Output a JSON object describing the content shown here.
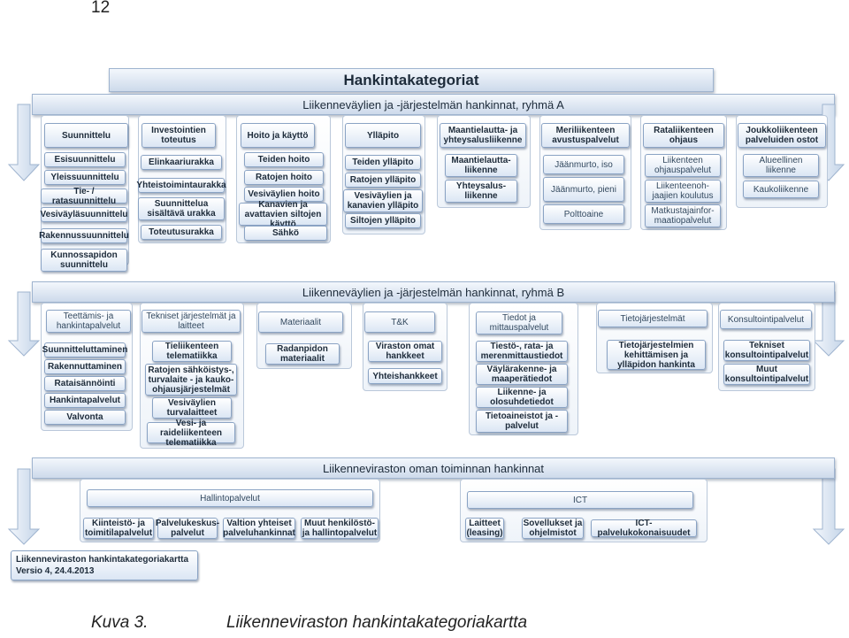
{
  "page_number": "12",
  "title": "Hankintakategoriat",
  "group_a": {
    "heading": "Liikenneväylien ja -järjestelmän hankinnat, ryhmä A",
    "categories": [
      "Suunnittelu",
      "Investointien toteutus",
      "Hoito ja käyttö",
      "Ylläpito",
      "Maantielautta- ja yhteysalusliikenne",
      "Meriliikenteen avustuspalvelut",
      "Rataliikenteen ohjaus",
      "Joukkoliikenteen palveluiden ostot"
    ],
    "col1": [
      "Esisuunnittelu",
      "Yleissuunnittelu",
      "Tie- / ratasuunnittelu",
      "Vesiväyläsuunnittelu",
      "Rakennussuunnittelu",
      "Kunnossapidon suunnittelu"
    ],
    "col2": [
      "Elinkaariurakka",
      "Yhteistoimintaurakka",
      "Suunnittelua sisältävä urakka",
      "Toteutusurakka"
    ],
    "col3": [
      "Teiden hoito",
      "Ratojen hoito",
      "Vesiväylien hoito",
      "Kanavien ja avattavien siltojen käyttö",
      "Sähkö"
    ],
    "col4": [
      "Teiden ylläpito",
      "Ratojen ylläpito",
      "Vesiväylien ja kanavien ylläpito",
      "Siltojen ylläpito"
    ],
    "col5": [
      "Maantielautta-liikenne",
      "Yhteysalus-liikenne"
    ],
    "col6": [
      "Jäänmurto, iso",
      "Jäänmurto, pieni",
      "Polttoaine"
    ],
    "col7": [
      "Liikenteen ohjauspalvelut",
      "Liikenteenoh-jaajien koulutus",
      "Matkustajainfor-maatiopalvelut"
    ],
    "col8": [
      "Alueellinen liikenne",
      "Kaukoliikenne"
    ]
  },
  "group_b": {
    "heading": "Liikenneväylien ja -järjestelmän hankinnat, ryhmä B",
    "categories": [
      "Teettämis- ja hankintapalvelut",
      "Tekniset järjestelmät ja laitteet",
      "Materiaalit",
      "T&K",
      "Tiedot ja mittauspalvelut",
      "Tietojärjestelmät",
      "Konsultointipalvelut"
    ],
    "col1": [
      "Suunnitteluttaminen",
      "Rakennuttaminen",
      "Rataisännöinti",
      "Hankintapalvelut",
      "Valvonta"
    ],
    "col2": [
      "Tieliikenteen telematiikka",
      "Ratojen sähköistys-, turvalaite - ja kauko-ohjausjärjestelmät",
      "Vesiväylien turvalaitteet",
      "Vesi- ja raideliikenteen telematiikka"
    ],
    "col3": [
      "Radanpidon materiaalit"
    ],
    "col4": [
      "Viraston omat hankkeet",
      "Yhteishankkeet"
    ],
    "col5": [
      "Tiestö-, rata- ja merenmittaustiedot",
      "Väylärakenne- ja maaperätiedot",
      "Liikenne- ja olosuhdetiedot",
      "Tietoaineistot ja -palvelut"
    ],
    "col6": [
      "Tietojärjestelmien kehittämisen ja ylläpidon hankinta"
    ],
    "col7": [
      "Tekniset konsultointipalvelut",
      "Muut konsultointipalvelut"
    ]
  },
  "group_c": {
    "heading": "Liikenneviraston oman toiminnan hankinnat",
    "categories": [
      "Hallintopalvelut",
      "ICT"
    ],
    "hallinto": [
      "Kiinteistö- ja toimitilapalvelut",
      "Palvelukeskus-palvelut",
      "Valtion yhteiset palveluhankinnat",
      "Muut henkilöstö- ja hallintopalvelut"
    ],
    "ict": [
      "Laitteet (leasing)",
      "Sovellukset ja ohjelmistot",
      "ICT-palvelukokonaisuudet"
    ]
  },
  "version_note": {
    "line1": "Liikenneviraston hankintakategoriakartta",
    "line2": "Versio 4, 24.4.2013"
  },
  "caption": {
    "label": "Kuva 3.",
    "text": "Liikenneviraston hankintakategoriakartta"
  }
}
